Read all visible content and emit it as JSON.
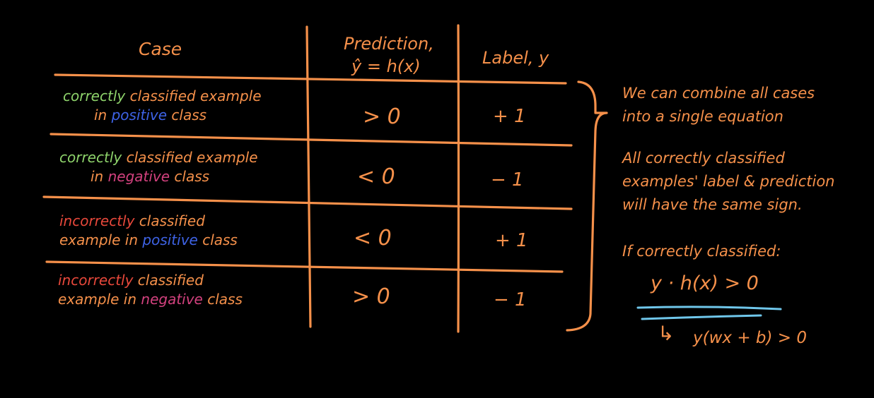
{
  "colors": {
    "ink": "#F5904A",
    "correct": "#8ED36B",
    "incorrect": "#E8483B",
    "positive": "#3E63E6",
    "negative": "#D2417E",
    "underline": "#6FC6EA"
  },
  "table": {
    "headers": {
      "case": "Case",
      "prediction_line1": "Prediction,",
      "prediction_line2": "ŷ = h(x)",
      "label": "Label, y"
    },
    "rows": [
      {
        "status": "correctly",
        "rest1": " classified example",
        "in": "in ",
        "klass": "positive",
        "klass_word": " class",
        "prediction": "> 0",
        "label": "+ 1"
      },
      {
        "status": "correctly",
        "rest1": " classified example",
        "in": "in ",
        "klass": "negative",
        "klass_word": " class",
        "prediction": "< 0",
        "label": "− 1"
      },
      {
        "status": "incorrectly",
        "rest1": " classified",
        "in": "example in ",
        "klass": "positive",
        "klass_word": " class",
        "prediction": "< 0",
        "label": "+ 1"
      },
      {
        "status": "incorrectly",
        "rest1": " classified",
        "in": "example in ",
        "klass": "negative",
        "klass_word": " class",
        "prediction": "> 0",
        "label": "− 1"
      }
    ]
  },
  "notes": {
    "combine_line1": "We can combine all cases",
    "combine_line2": "into a single equation",
    "sign_line1": "All correctly classified",
    "sign_line2": "examples' label & prediction",
    "sign_line3": "will have the same sign.",
    "if_correct": "If correctly classified:",
    "equation": "y · h(x) > 0",
    "arrow": "↳",
    "expanded": "y(wx + b) > 0"
  }
}
